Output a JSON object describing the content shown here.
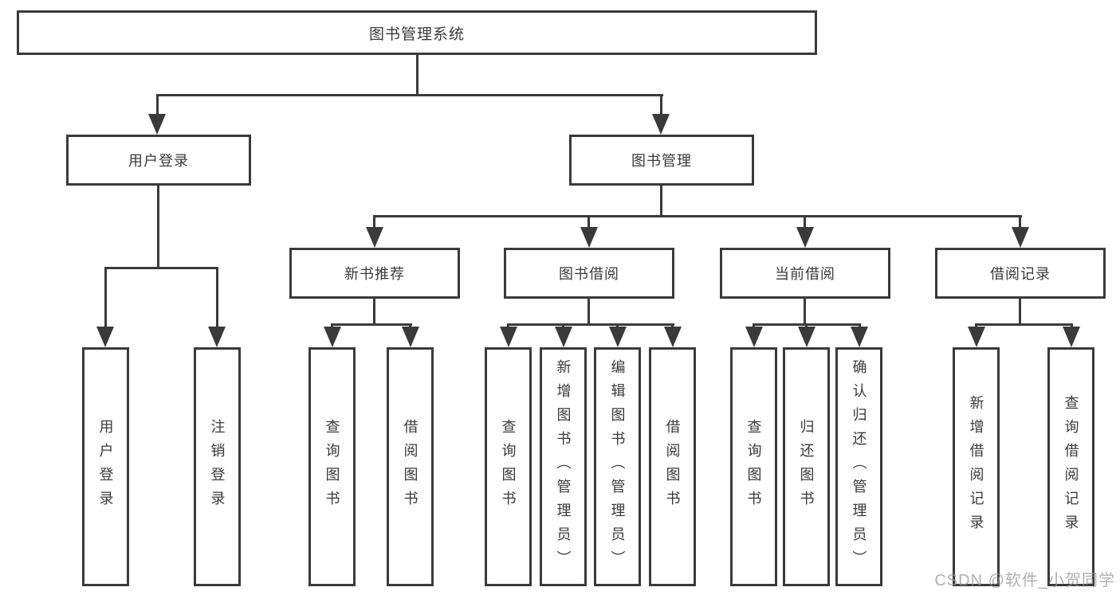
{
  "diagram": {
    "title_node": {
      "label": "图书管理系统"
    },
    "level2": [
      {
        "label": "用户登录"
      },
      {
        "label": "图书管理"
      }
    ],
    "level3": [
      {
        "label": "新书推荐"
      },
      {
        "label": "图书借阅"
      },
      {
        "label": "当前借阅"
      },
      {
        "label": "借阅记录"
      }
    ],
    "leaves": {
      "login": [
        {
          "label": "用户登录"
        },
        {
          "label": "注销登录"
        }
      ],
      "recommend": [
        {
          "label": "查询图书"
        },
        {
          "label": "借阅图书"
        }
      ],
      "borrow": [
        {
          "label": "查询图书"
        },
        {
          "label": "新增图书（管理员）"
        },
        {
          "label": "编辑图书（管理员）"
        },
        {
          "label": "借阅图书"
        }
      ],
      "current": [
        {
          "label": "查询图书"
        },
        {
          "label": "归还图书"
        },
        {
          "label": "确认归还（管理员）"
        }
      ],
      "records": [
        {
          "label": "新增借阅记录"
        },
        {
          "label": "查询借阅记录"
        }
      ]
    },
    "colors": {
      "line": "#3a3a3a",
      "text": "#3a3a3a",
      "background": "#ffffff",
      "watermark": "#a8a8a8"
    }
  },
  "watermark": {
    "text": "CSDN @软件_小贺同学"
  }
}
